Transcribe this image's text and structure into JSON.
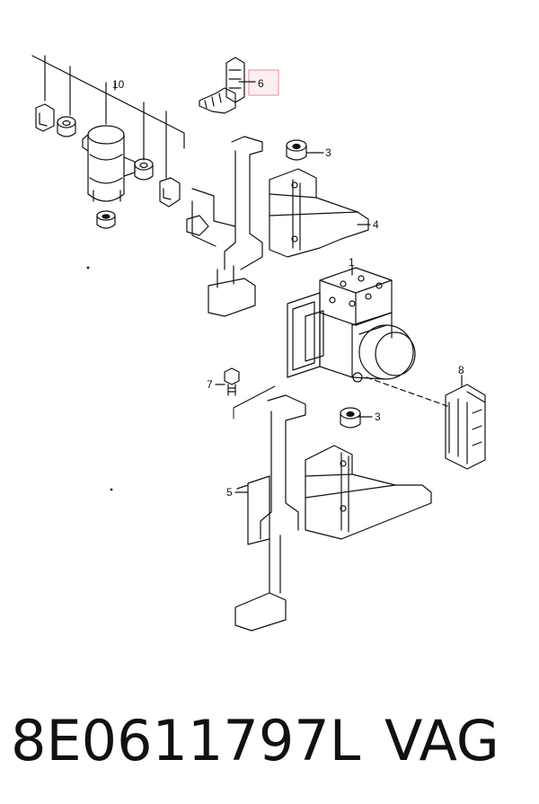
{
  "callouts": {
    "c1": "1",
    "c3a": "3",
    "c3b": "3",
    "c4": "4",
    "c5": "5",
    "c6": "6",
    "c7": "7",
    "c8": "8",
    "c10": "10"
  },
  "caption": {
    "part_number": "8E0611797L",
    "brand": "VAG"
  },
  "colors": {
    "ink": "#111111",
    "highlight_box": "#f3a0a8",
    "highlight_fill": "#fdeff1"
  }
}
